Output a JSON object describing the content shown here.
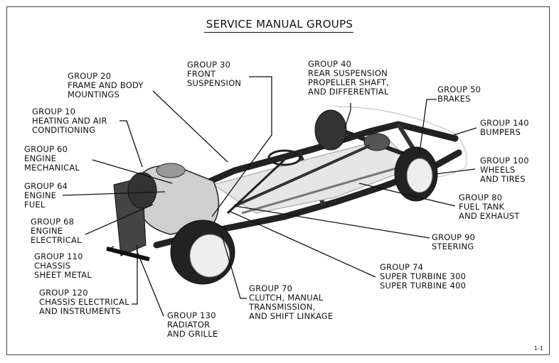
{
  "title": "SERVICE MANUAL GROUPS",
  "page_number": "1-1",
  "labels": {
    "g20": [
      "GROUP 20",
      "FRAME AND BODY",
      "MOUNTINGS"
    ],
    "g30": [
      "GROUP 30",
      "FRONT",
      "SUSPENSION"
    ],
    "g40": [
      "GROUP 40",
      "REAR SUSPENSION",
      "PROPELLER SHAFT,",
      "AND DIFFERENTIAL"
    ],
    "g50": [
      "GROUP 50",
      "BRAKES"
    ],
    "g10": [
      "GROUP 10",
      "HEATING AND AIR",
      "CONDITIONING"
    ],
    "g140": [
      "GROUP 140",
      "BUMPERS"
    ],
    "g60": [
      "GROUP 60",
      "ENGINE",
      "MECHANICAL"
    ],
    "g100": [
      "GROUP 100",
      "WHEELS",
      "AND TIRES"
    ],
    "g64": [
      "GROUP 64",
      "ENGINE",
      "FUEL"
    ],
    "g80": [
      "GROUP 80",
      "FUEL TANK",
      "AND EXHAUST"
    ],
    "g68": [
      "GROUP 68",
      "ENGINE",
      "ELECTRICAL"
    ],
    "g90": [
      "GROUP 90",
      "STEERING"
    ],
    "g110": [
      "GROUP 110",
      "CHASSIS",
      "SHEET METAL"
    ],
    "g74": [
      "GROUP 74",
      "SUPER TURBINE 300",
      "SUPER TURBINE 400"
    ],
    "g120": [
      "GROUP 120",
      "CHASSIS ELECTRICAL",
      "AND INSTRUMENTS"
    ],
    "g70": [
      "GROUP 70",
      "CLUTCH, MANUAL",
      "TRANSMISSION,",
      "AND SHIFT LINKAGE"
    ],
    "g130": [
      "GROUP 130",
      "RADIATOR",
      "AND GRILLE"
    ]
  }
}
